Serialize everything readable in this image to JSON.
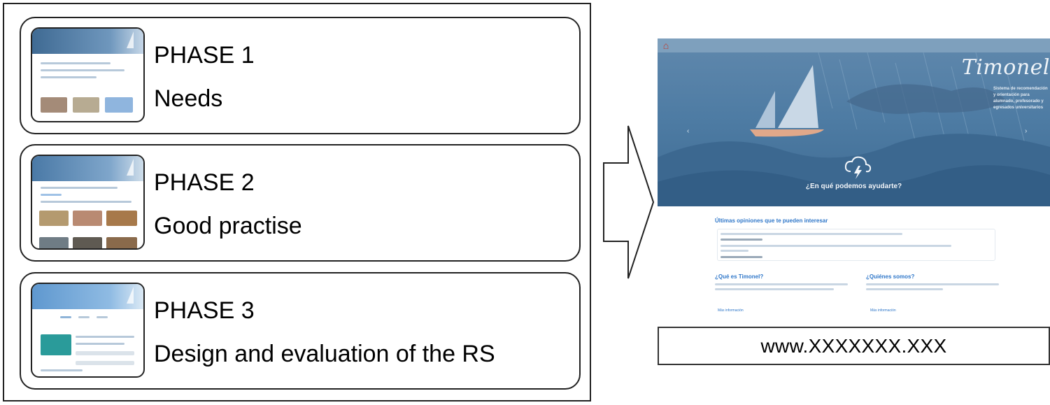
{
  "phases": [
    {
      "title": "PHASE 1",
      "description": "Needs"
    },
    {
      "title": "PHASE 2",
      "description": "Good practise"
    },
    {
      "title": "PHASE 3",
      "description": "Design and evaluation of the RS"
    }
  ],
  "website": {
    "brand": "Timonel",
    "brand_subtitle": "Sistema de recomendación y orientación para alumnado, profesorado y egresados universitarios",
    "hero_question": "¿En qué podemos ayudarte?",
    "section_opinions": "Últimas opiniones que te pueden interesar",
    "section_about": "¿Qué es Timonel?",
    "section_who": "¿Quiénes somos?",
    "link_more_1": "Más información",
    "link_more_2": "Más información",
    "url": "www.XXXXXXX.XXX"
  },
  "colors": {
    "frame": "#222222",
    "hero_blue": "#4d7ba3",
    "link_blue": "#2f77c9"
  },
  "icons": [
    "home-icon",
    "cloud-lightning-icon",
    "sailboat-icon",
    "right-arrow-icon"
  ]
}
